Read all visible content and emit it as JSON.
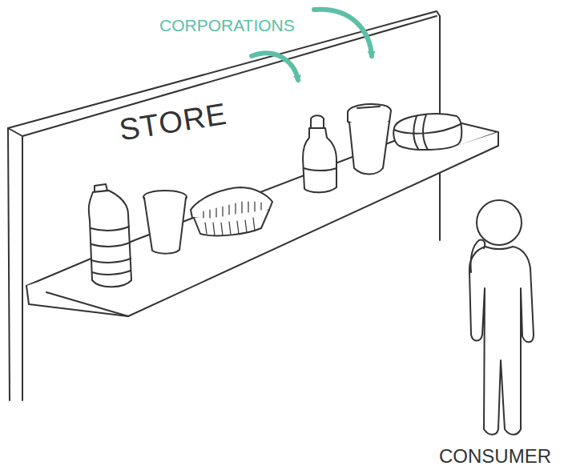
{
  "diagram": {
    "labels": [
      "CORPORATIONS",
      "STORE",
      "CONSUMER"
    ]
  }
}
